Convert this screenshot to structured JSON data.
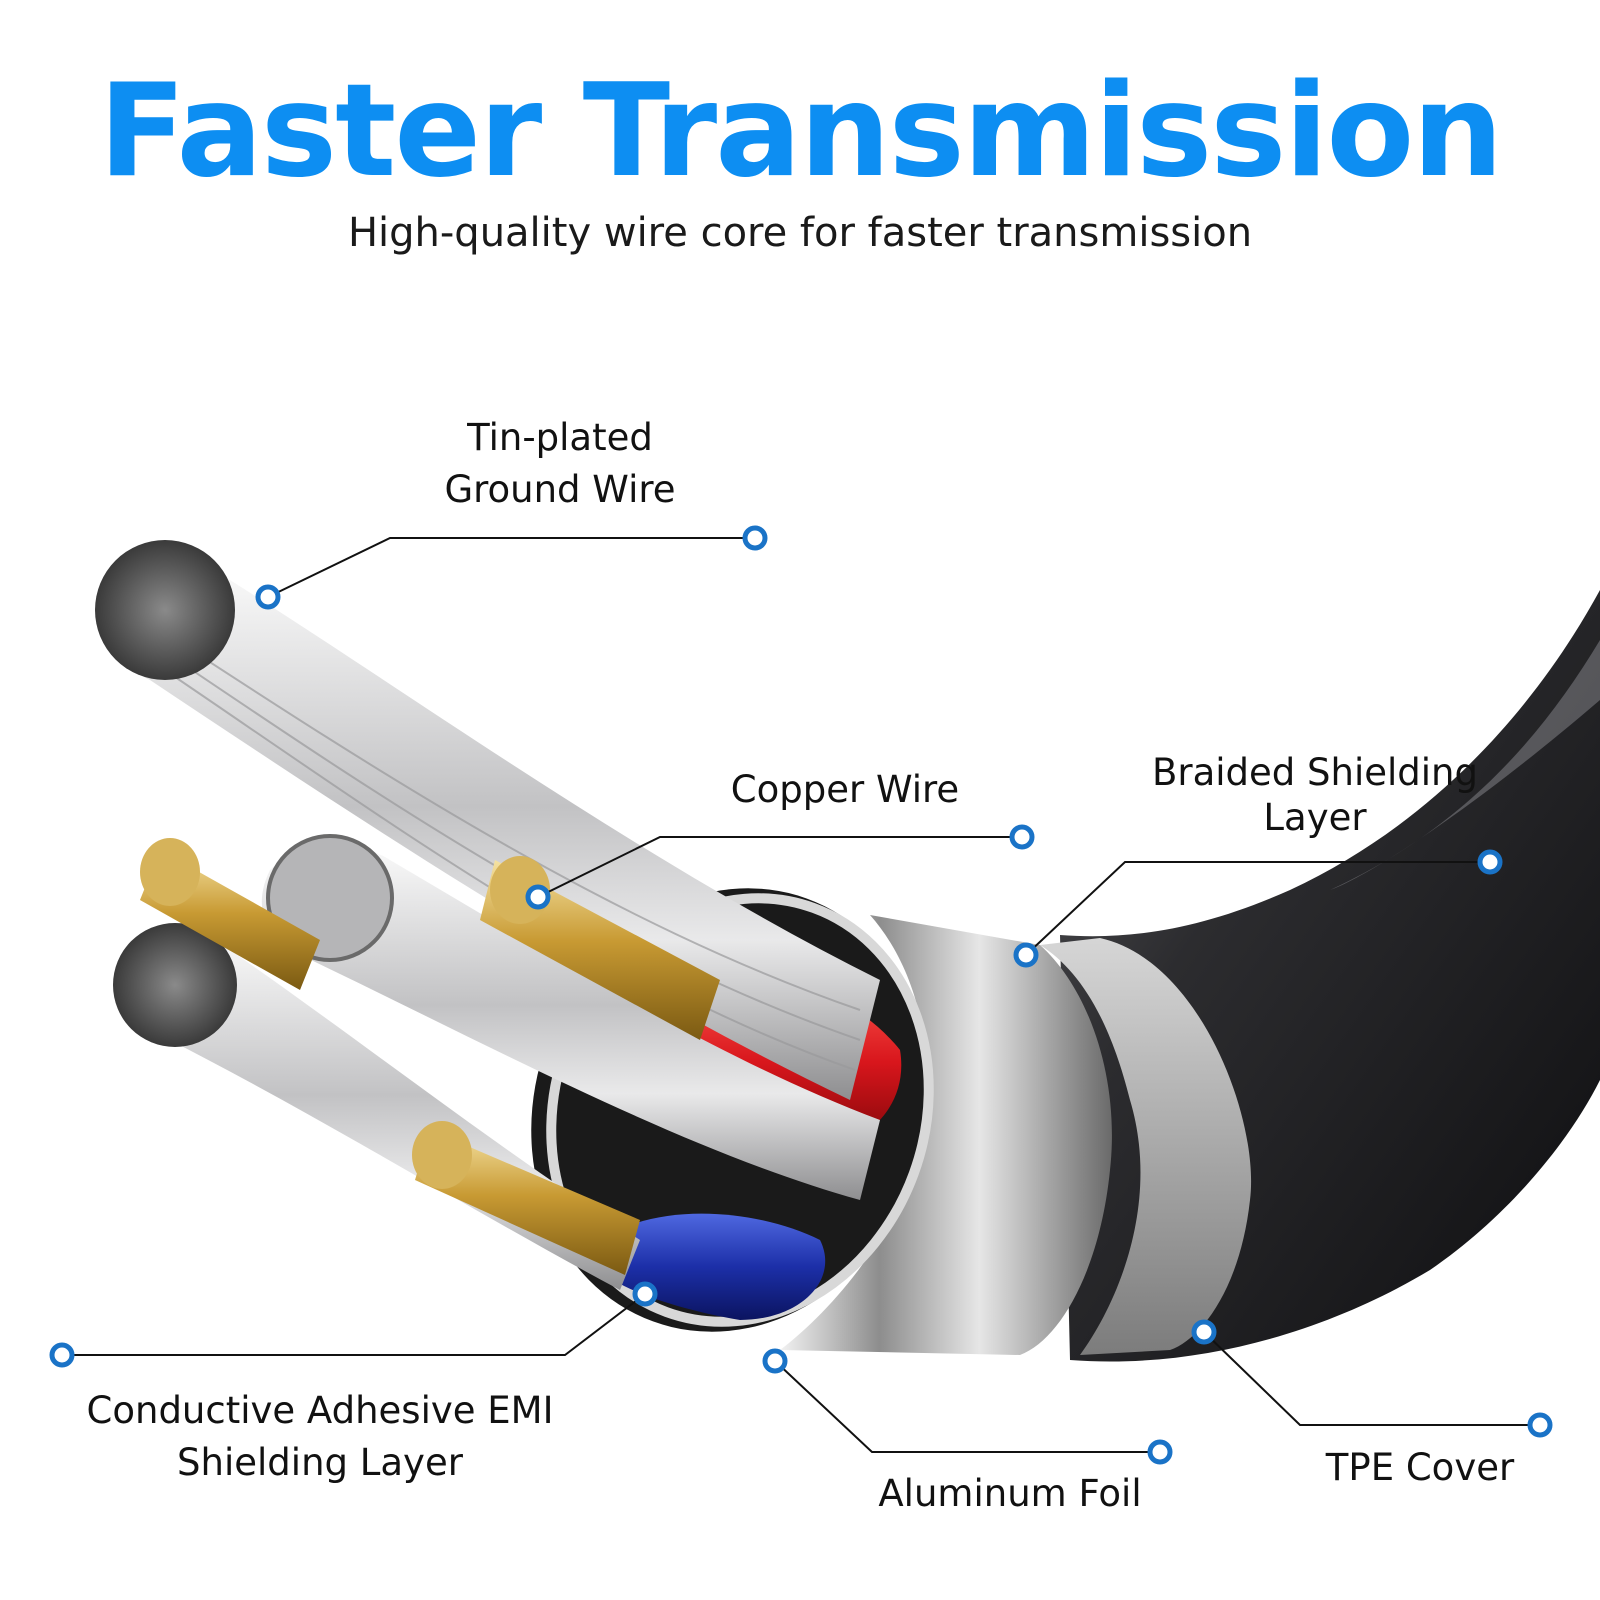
{
  "header": {
    "title": "Faster Transmission",
    "subtitle": "High-quality wire core for faster transmission"
  },
  "labels": {
    "ground_wire": [
      "Tin-plated",
      "Ground Wire"
    ],
    "copper_wire": [
      "Copper Wire"
    ],
    "braided_shielding": [
      "Braided Shielding",
      "Layer"
    ],
    "emi_shielding": [
      "Conductive Adhesive EMI",
      "Shielding Layer"
    ],
    "aluminum_foil": [
      "Aluminum Foil"
    ],
    "tpe_cover": [
      "TPE Cover"
    ]
  },
  "colors": {
    "title": "#0d8ef2",
    "marker": "#1a73c7",
    "tpe_cover": "#2a2a2c",
    "red_insulation": "#d8161c",
    "blue_insulation": "#1c2fa8",
    "copper": "#c9a54a"
  }
}
